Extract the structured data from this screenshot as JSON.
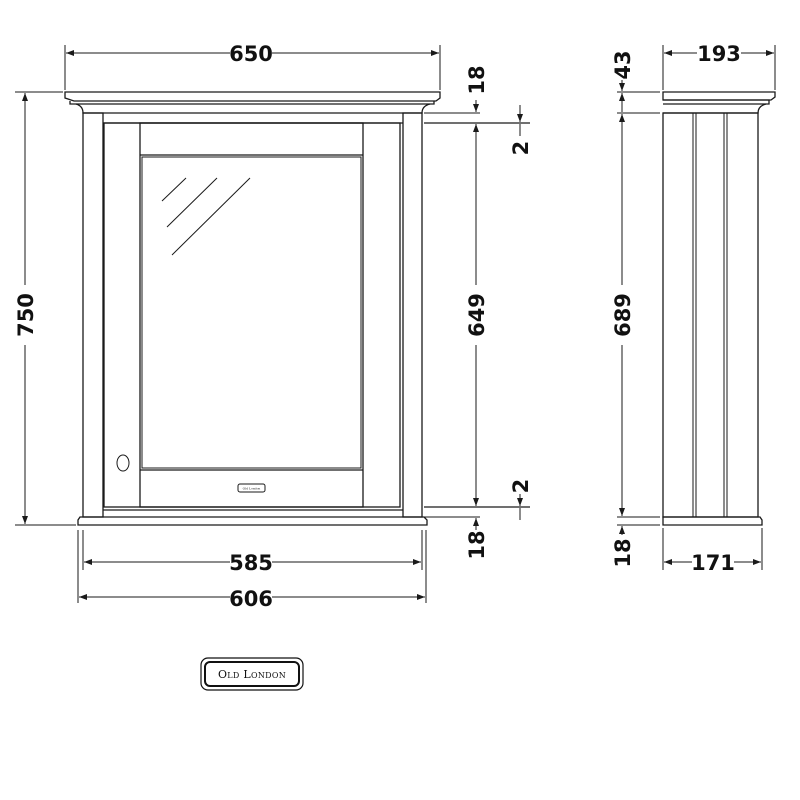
{
  "dimensions": {
    "front_overall_width": "650",
    "front_overall_height": "750",
    "front_body_width": "585",
    "front_plinth_width": "606",
    "cornice_height": "18",
    "top_gap": "2",
    "door_height": "649",
    "bottom_gap": "2",
    "plinth_height": "18",
    "side_overall_depth": "193",
    "side_cornice_height": "43",
    "side_body_height": "689",
    "side_plinth_height": "18",
    "side_body_depth": "171"
  },
  "brand": {
    "logo_text": "Old London"
  },
  "colors": {
    "line": "#1a1a1a",
    "background": "#ffffff"
  }
}
